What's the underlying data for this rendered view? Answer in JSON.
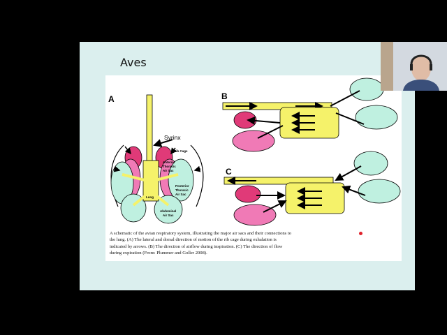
{
  "slide": {
    "title": "Aves"
  },
  "figure": {
    "panel_a": "A",
    "panel_b": "B",
    "panel_c": "C",
    "labels": {
      "syrinx": "Syrinx",
      "rib_cage": "Rib Cage",
      "anterior_thoracic": [
        "Anterior",
        "Thoracic",
        "Air Sac"
      ],
      "posterior_thoracic": [
        "Posterior",
        "Thoracic",
        "Air Sac"
      ],
      "lung": "Lung",
      "abdominal": [
        "Abdominal",
        "Air Sac"
      ]
    },
    "caption": "A schematic of the avian respiratory system, illustrating the major air sacs and their connections to the lung. (A) The lateral and dorsal direction of motion of the rib cage during exhalation is indicated by arrows. (B) The direction of airflow during inspiration. (C) The direction of flow during expiration (From: Plummer and Goller 2008)."
  },
  "colors": {
    "slide_bg": "#dbefee",
    "trachea_yellow": "#f5f26a",
    "air_sac_green": "#bff0e0",
    "air_sac_pink": "#f07ab6",
    "air_sac_red": "#e03a78",
    "pointer_red": "#e0212b"
  },
  "webcam": {
    "icon": "person-video-feed"
  }
}
